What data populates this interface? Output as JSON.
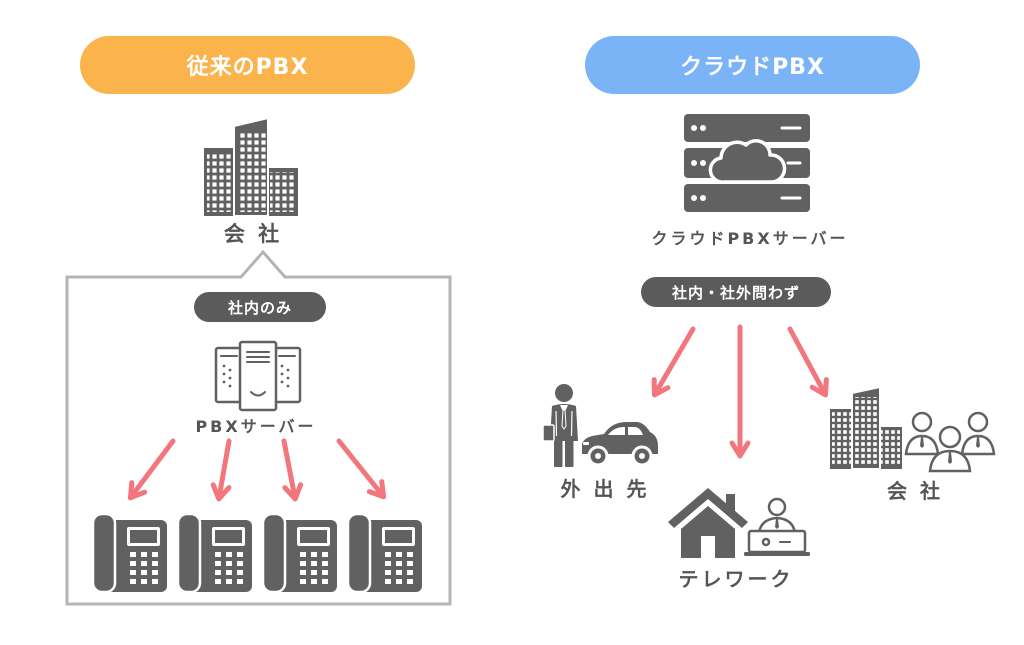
{
  "colors": {
    "header_orange": "#fbb44c",
    "header_blue": "#7bb4f6",
    "icon_gray": "#616161",
    "arrow_red": "#f2767b",
    "callout_border": "#b4b4b4",
    "badge_dark": "#5b5b5b",
    "label_text": "#555555"
  },
  "legacy": {
    "title": "従来のPBX",
    "company": {
      "label": "会 社",
      "icon": "office-building-icon"
    },
    "scope_badge": "社内のみ",
    "server": {
      "label": "PBXサーバー",
      "icon": "pbx-server-icon"
    },
    "phones": [
      {
        "icon": "desk-phone-icon"
      },
      {
        "icon": "desk-phone-icon"
      },
      {
        "icon": "desk-phone-icon"
      },
      {
        "icon": "desk-phone-icon"
      }
    ]
  },
  "cloud": {
    "title": "クラウドPBX",
    "server": {
      "label": "クラウドPBXサーバー",
      "icon": "cloud-server-icon"
    },
    "scope_badge": "社内・社外問わず",
    "destinations": [
      {
        "label": "外 出 先",
        "icons": [
          "businessman-icon",
          "car-icon"
        ]
      },
      {
        "label": "テレワーク",
        "icons": [
          "house-icon",
          "laptop-worker-icon"
        ]
      },
      {
        "label": "会 社",
        "icons": [
          "office-building-icon",
          "staff-group-icon"
        ]
      }
    ]
  }
}
